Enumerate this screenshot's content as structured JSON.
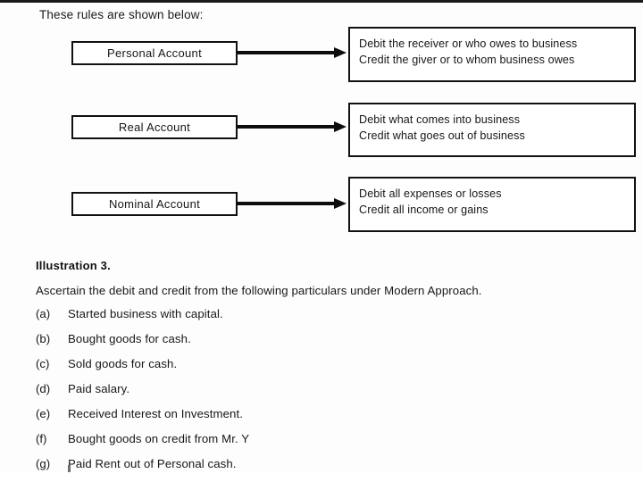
{
  "page": {
    "intro_line": "These rules are shown below:"
  },
  "rules_diagram": {
    "rows": [
      {
        "account_label": "Personal Account",
        "arrow": "right-arrow",
        "rule_lines": [
          "Debit the receiver or who owes to business",
          "Credit the giver or to whom business owes"
        ]
      },
      {
        "account_label": "Real Account",
        "arrow": "right-arrow",
        "rule_lines": [
          "Debit what comes into business",
          "Credit what goes out of business"
        ]
      },
      {
        "account_label": "Nominal Account",
        "arrow": "right-arrow",
        "rule_lines": [
          "Debit all expenses or losses",
          "Credit all income or gains"
        ]
      }
    ]
  },
  "illustration": {
    "heading": "Illustration 3.",
    "prompt": "Ascertain the debit and credit from the following particulars under Modern Approach.",
    "items": [
      {
        "marker": "(a)",
        "text": "Started business with capital."
      },
      {
        "marker": "(b)",
        "text": "Bought goods for cash."
      },
      {
        "marker": "(c)",
        "text": "Sold goods for cash."
      },
      {
        "marker": "(d)",
        "text": "Paid salary."
      },
      {
        "marker": "(e)",
        "text": "Received Interest on Investment."
      },
      {
        "marker": "(f)",
        "text": "Bought goods on credit from Mr. Y"
      },
      {
        "marker": "(g)",
        "text": "Paid Rent out of Personal cash."
      }
    ]
  },
  "colors": {
    "ink": "#151515",
    "rule_border": "#111111",
    "paper": "#fdfdfd"
  }
}
